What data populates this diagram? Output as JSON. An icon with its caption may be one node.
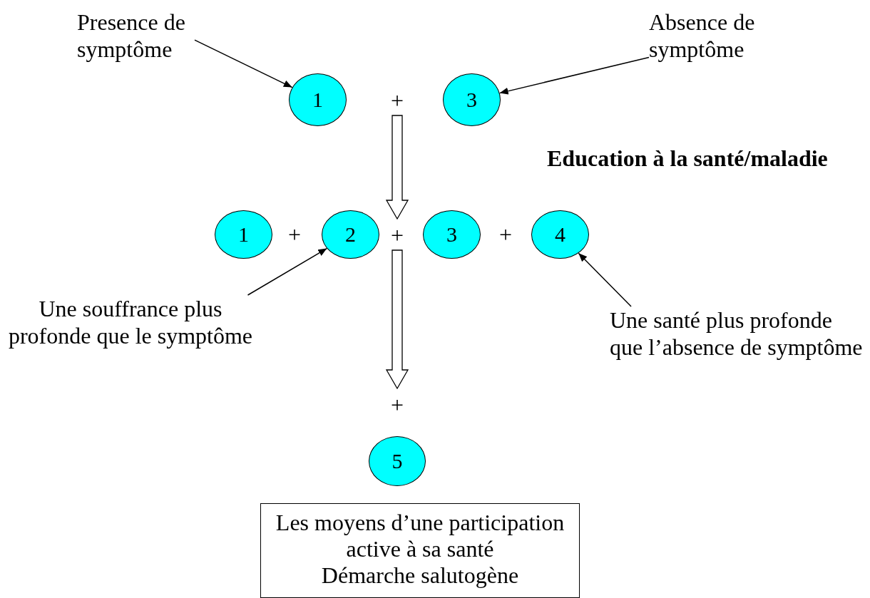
{
  "diagram": {
    "nodes": [
      {
        "text": [
          "Presence de symptôme"
        ]
      },
      {
        "text": [
          "1"
        ]
      },
      {
        "text": [
          "+"
        ]
      },
      {
        "text": [
          "3"
        ]
      },
      {
        "text": [
          "Absence de symptôme"
        ]
      },
      {
        "text": [
          "1"
        ]
      },
      {
        "text": [
          "2"
        ]
      },
      {
        "text": [
          "+"
        ]
      },
      {
        "text": [
          "3"
        ]
      },
      {
        "text": [
          "4"
        ]
      },
      {
        "text": [
          "Une souffrance plus profonde que le symptôme"
        ]
      },
      {
        "text": [
          "Une santé plus profonde que l’absence de symptôme"
        ]
      },
      {
        "text": [
          "+"
        ]
      },
      {
        "text": [
          "5"
        ]
      },
      {
        "text": [
          "Les moyens d’une participation active à sa santé",
          "Démarche salutogène"
        ]
      }
    ],
    "edges": [
      {
        "from": 0,
        "to": 1,
        "arrow": "to"
      },
      {
        "from": 4,
        "to": 3,
        "arrow": "to"
      },
      {
        "from": 2,
        "to": 7,
        "arrow": "to",
        "style": "thick"
      },
      {
        "from": 10,
        "to": 6,
        "arrow": "to"
      },
      {
        "from": 11,
        "to": 9,
        "arrow": "to"
      },
      {
        "from": 7,
        "to": 12,
        "arrow": "to",
        "style": "thick"
      }
    ],
    "labels": [
      "Education à la santé/maladie",
      "+",
      "+"
    ]
  }
}
